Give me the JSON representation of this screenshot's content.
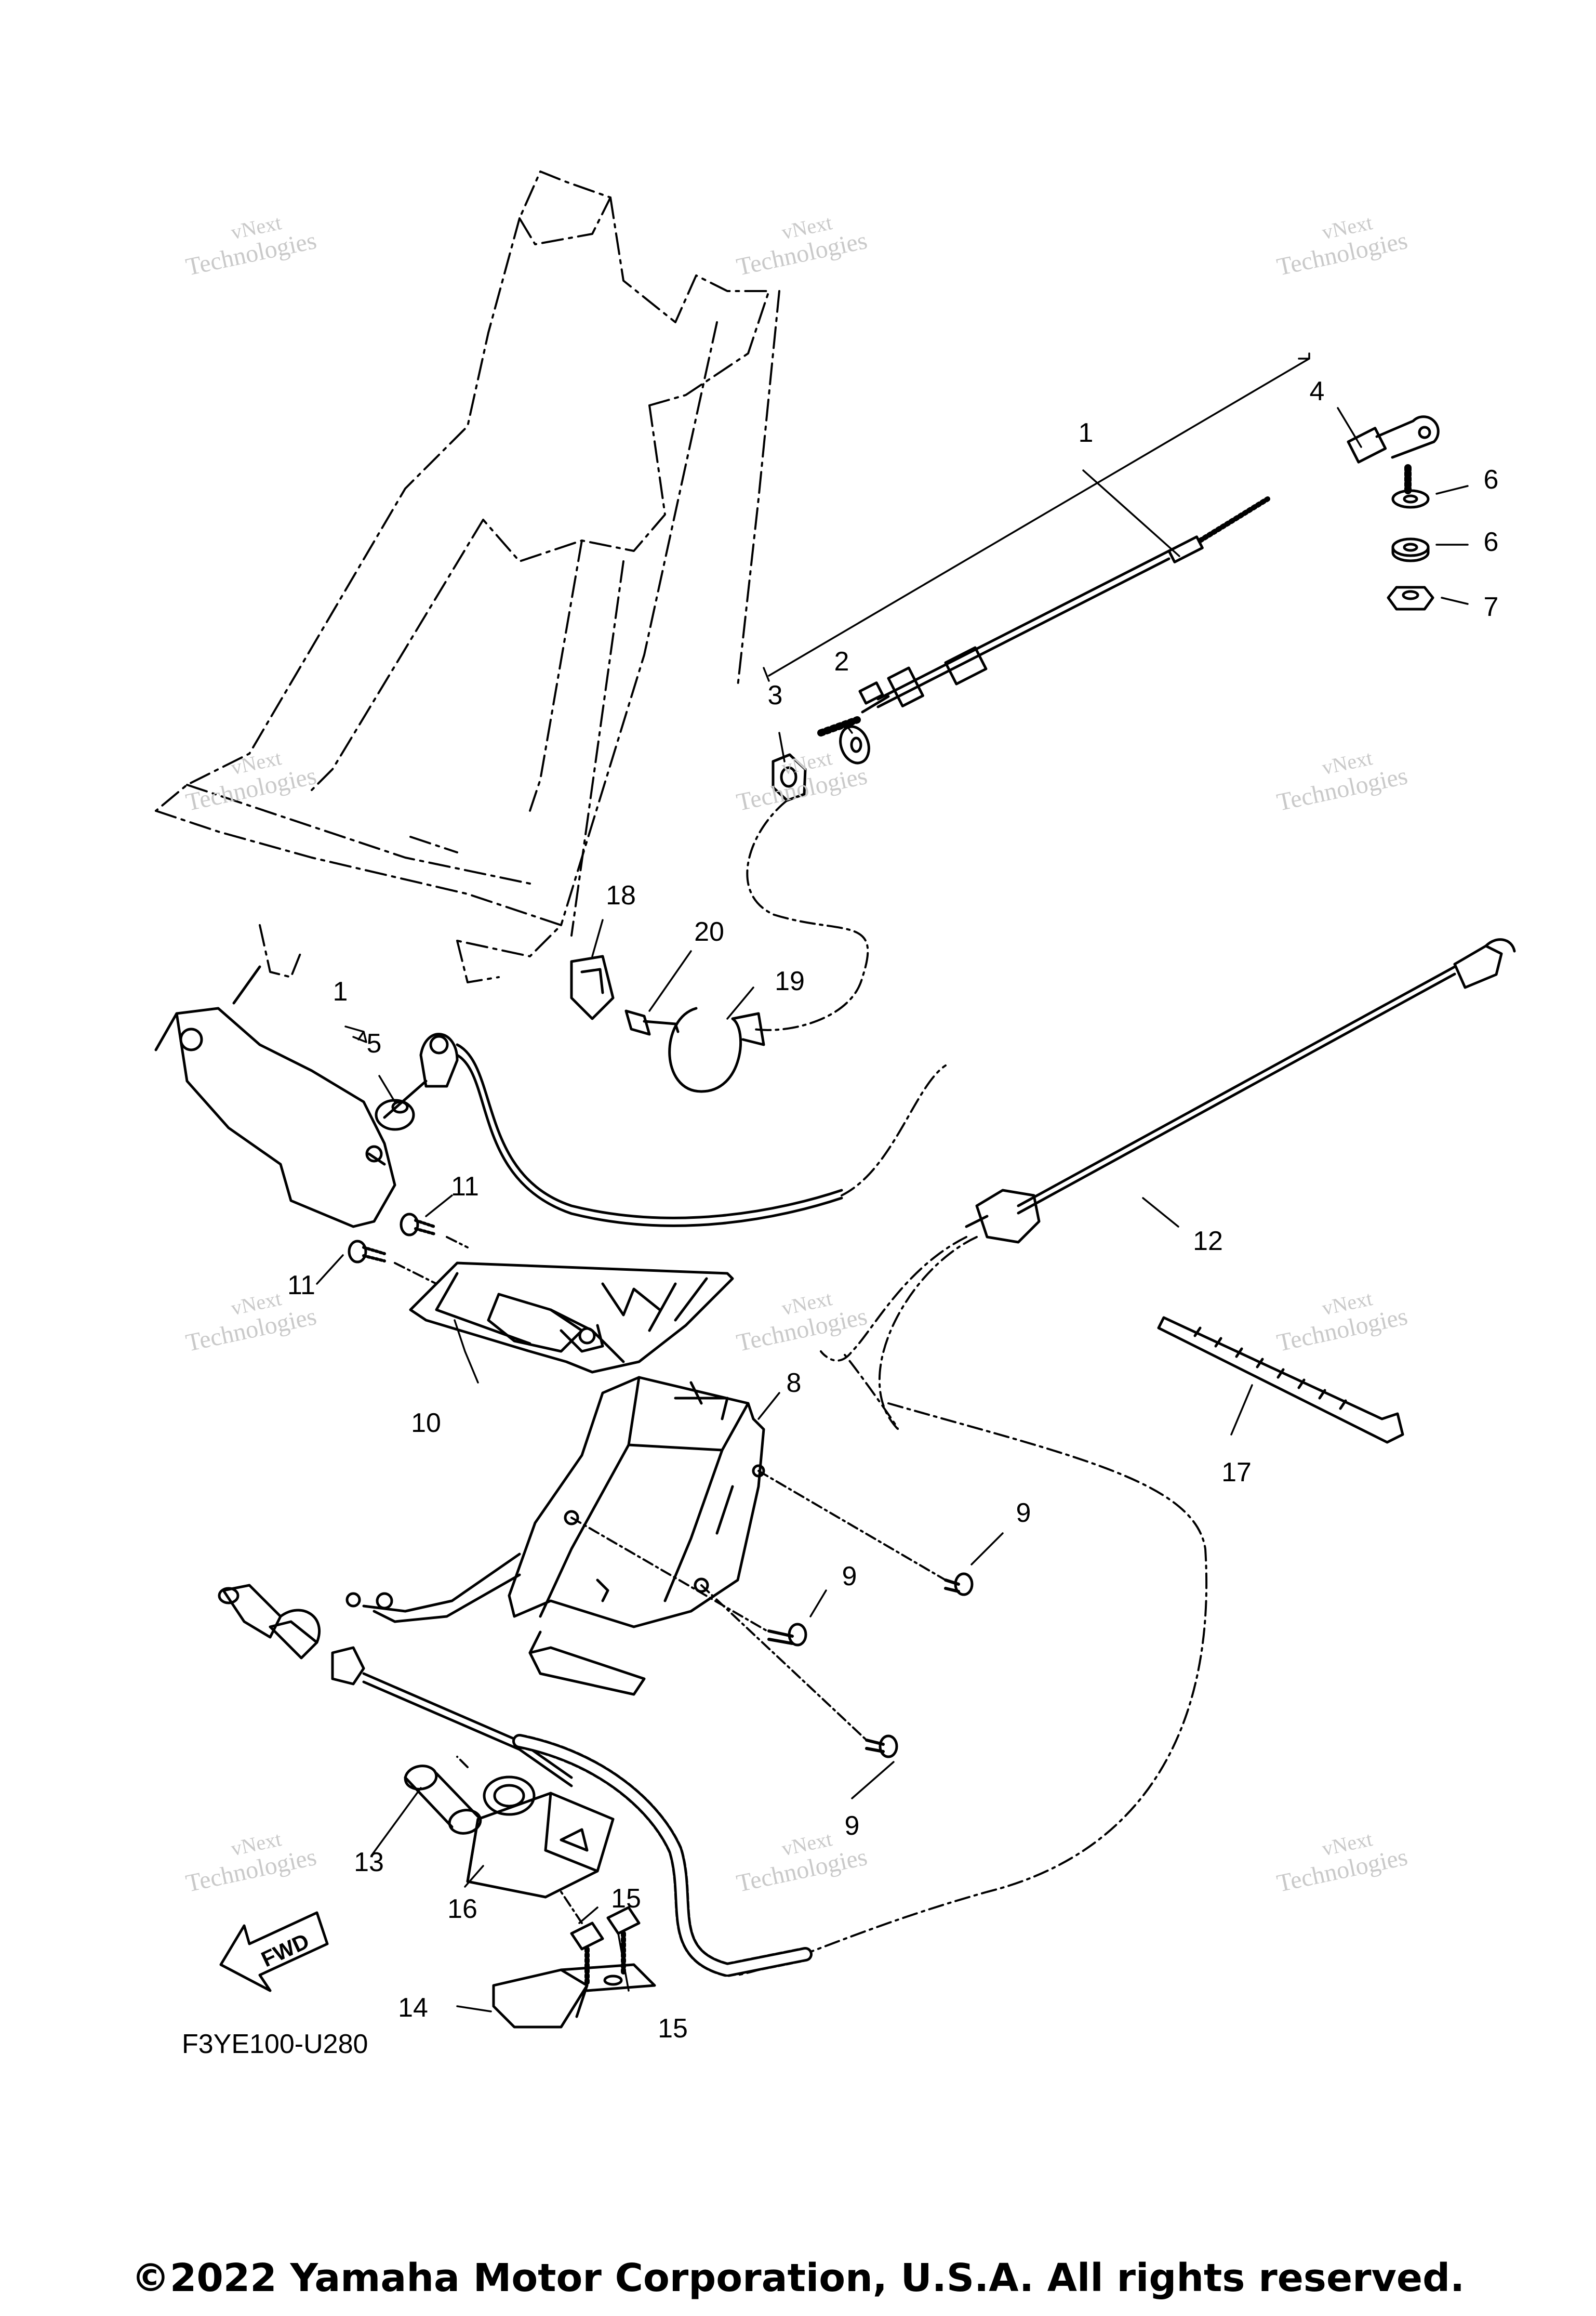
{
  "diagram": {
    "callouts": [
      "1",
      "2",
      "3",
      "4",
      "5",
      "6",
      "6",
      "7",
      "8",
      "9",
      "9",
      "9",
      "10",
      "11",
      "11",
      "12",
      "13",
      "14",
      "15",
      "15",
      "16",
      "17",
      "18",
      "19",
      "20",
      "1"
    ],
    "fwd_label": "FWD",
    "figure_code": "F3YE100-U280",
    "watermark": {
      "line1": "vNext",
      "line2": "Technologies"
    }
  },
  "footer": {
    "copyright": "©2022 Yamaha Motor Corporation, U.S.A. All rights reserved."
  }
}
